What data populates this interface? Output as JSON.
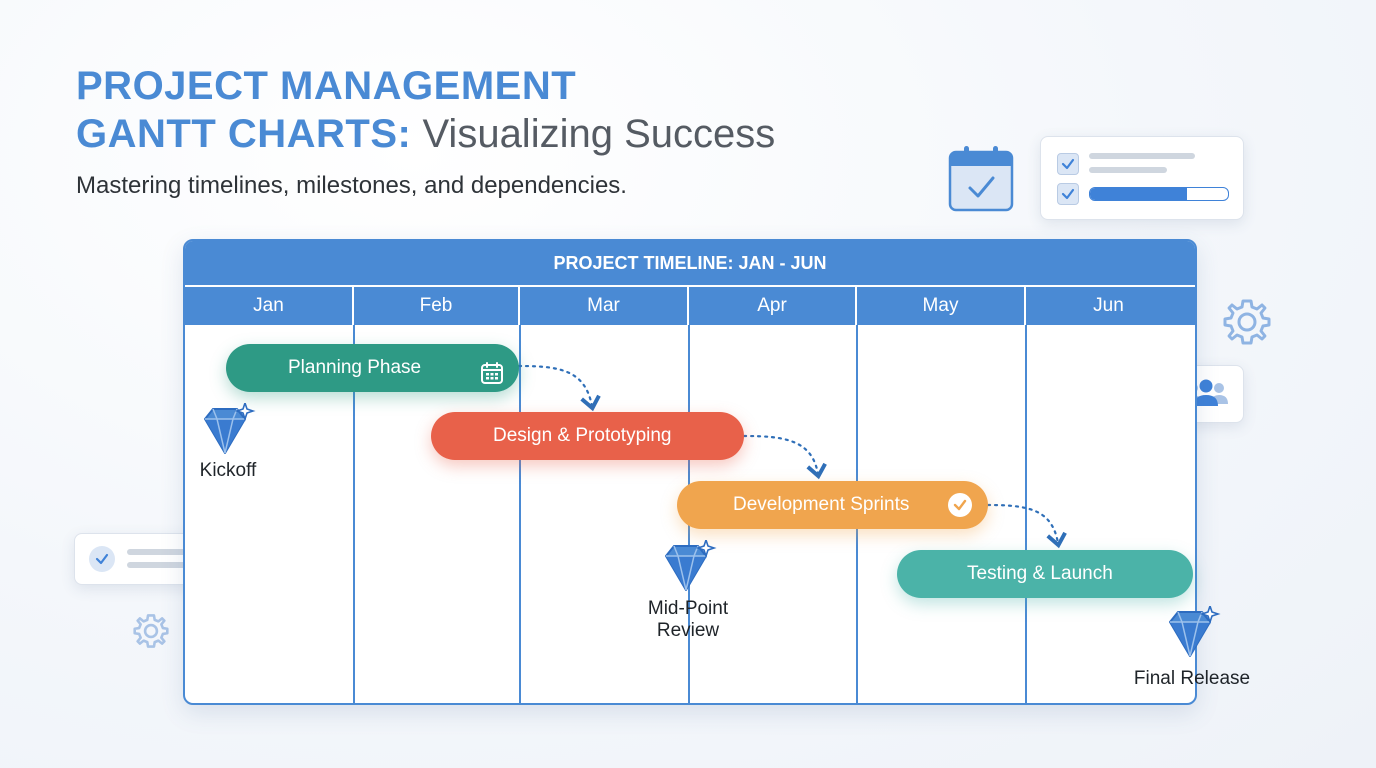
{
  "header": {
    "title_line1": "PROJECT MANAGEMENT",
    "title_line2_strong": "GANTT CHARTS:",
    "title_line2_light": " Visualizing Success",
    "subtitle": "Mastering timelines, milestones, and dependencies."
  },
  "chart_data": {
    "type": "gantt",
    "title": "PROJECT TIMELINE: JAN - JUN",
    "months": [
      "Jan",
      "Feb",
      "Mar",
      "Apr",
      "May",
      "Jun"
    ],
    "tasks": [
      {
        "label": "Planning Phase",
        "color": "#2e9a85",
        "icon": "calendar-icon"
      },
      {
        "label": "Design & Prototyping",
        "color": "#e8614a"
      },
      {
        "label": "Development Sprints",
        "color": "#f0a54e",
        "icon": "check-icon"
      },
      {
        "label": "Testing & Launch",
        "color": "#4bb3a8"
      }
    ],
    "milestones": [
      {
        "label": "Kickoff"
      },
      {
        "label_line1": "Mid-Point",
        "label_line2": "Review"
      },
      {
        "label": "Final Release"
      }
    ],
    "dependencies": [
      {
        "from": "Planning Phase",
        "to": "Design & Prototyping"
      },
      {
        "from": "Design & Prototyping",
        "to": "Development Sprints"
      },
      {
        "from": "Development Sprints",
        "to": "Testing & Launch"
      }
    ]
  },
  "decorations": {
    "icons": [
      "calendar-check-icon",
      "checklist-card",
      "gear-icon",
      "team-icon",
      "check-card",
      "gear-icon"
    ],
    "progress_fill": 0.7
  },
  "colors": {
    "accent": "#4a8ad4",
    "planning": "#2e9a85",
    "design": "#e8614a",
    "development": "#f0a54e",
    "testing": "#4bb3a8"
  }
}
